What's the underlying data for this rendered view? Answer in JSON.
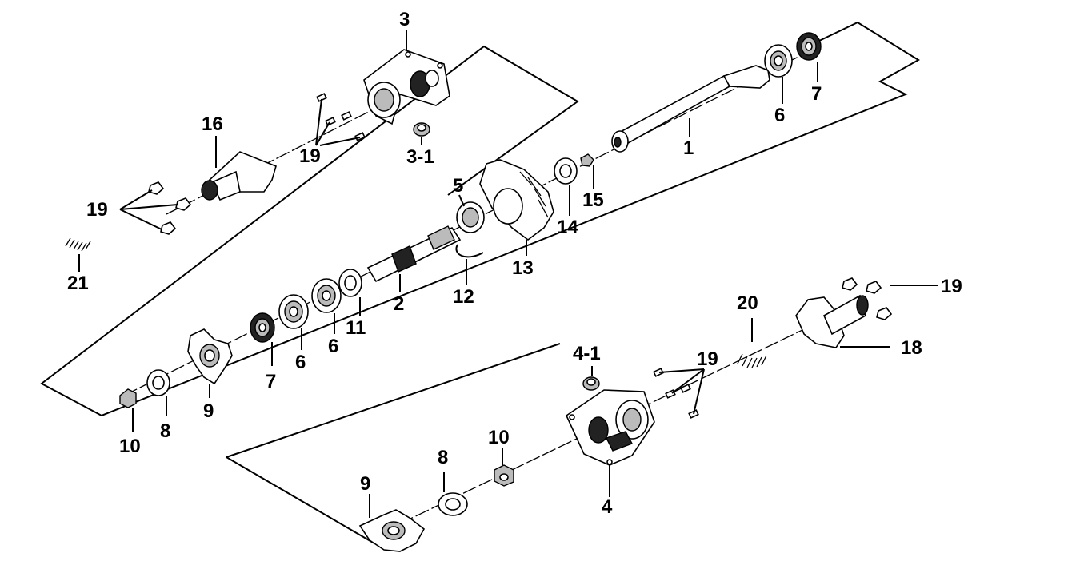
{
  "diagram": {
    "labels": {
      "l1": "1",
      "l2": "2",
      "l3": "3",
      "l3_1": "3-1",
      "l4": "4",
      "l4_1": "4-1",
      "l5": "5",
      "l6a": "6",
      "l6b": "6",
      "l6c": "6",
      "l7a": "7",
      "l7b": "7",
      "l8a": "8",
      "l8b": "8",
      "l9a": "9",
      "l9b": "9",
      "l10a": "10",
      "l10b": "10",
      "l11": "11",
      "l12": "12",
      "l13": "13",
      "l14": "14",
      "l15": "15",
      "l16": "16",
      "l18": "18",
      "l19a": "19",
      "l19b": "19",
      "l19c": "19",
      "l19d": "19",
      "l20": "20",
      "l21": "21"
    }
  }
}
